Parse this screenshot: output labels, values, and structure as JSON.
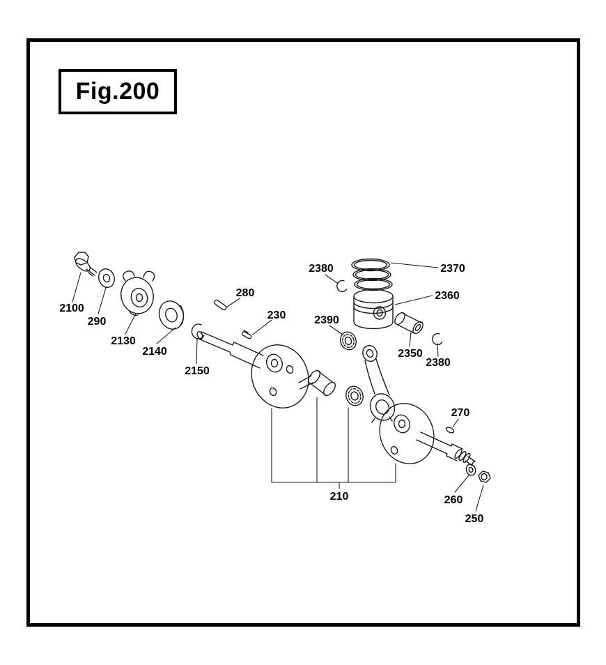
{
  "figure": {
    "title": "Fig.200"
  },
  "colors": {
    "ink": "#000000",
    "line": "#1a1a1a",
    "background": "#ffffff"
  },
  "labels": [
    {
      "part": "2100"
    },
    {
      "part": "290"
    },
    {
      "part": "2130"
    },
    {
      "part": "2140"
    },
    {
      "part": "2150"
    },
    {
      "part": "280"
    },
    {
      "part": "230"
    },
    {
      "part": "2380"
    },
    {
      "part": "2370"
    },
    {
      "part": "2360"
    },
    {
      "part": "2390"
    },
    {
      "part": "2350"
    },
    {
      "part": "2380"
    },
    {
      "part": "270"
    },
    {
      "part": "210"
    },
    {
      "part": "260"
    },
    {
      "part": "250"
    }
  ]
}
